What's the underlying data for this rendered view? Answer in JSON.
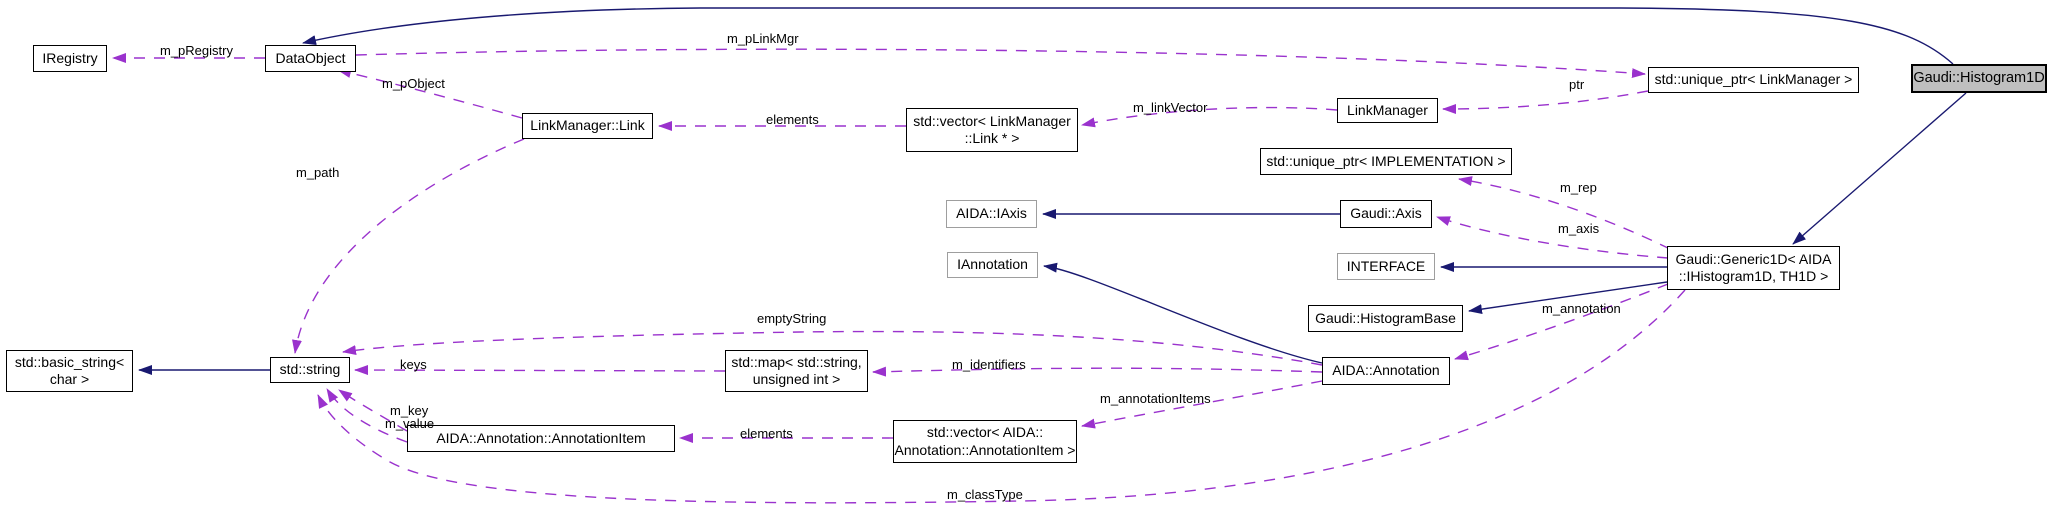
{
  "nodes": {
    "iregistry": {
      "label": "IRegistry"
    },
    "dataobject": {
      "label": "DataObject"
    },
    "unique_ptr_linkmanager": {
      "label": "std::unique_ptr< LinkManager >"
    },
    "histogram1d": {
      "label": "Gaudi::Histogram1D"
    },
    "linkmanager_link": {
      "label": "LinkManager::Link"
    },
    "vector_linkmanager_link": {
      "line1": "std::vector< LinkManager",
      "line2": "::Link * >"
    },
    "linkmanager": {
      "label": "LinkManager"
    },
    "unique_ptr_implementation": {
      "label": "std::unique_ptr< IMPLEMENTATION >"
    },
    "aida_iaxis": {
      "label": "AIDA::IAxis"
    },
    "gaudi_axis": {
      "label": "Gaudi::Axis"
    },
    "iannotation": {
      "label": "IAnnotation"
    },
    "interface": {
      "label": "INTERFACE"
    },
    "gaudi_histogrambase": {
      "label": "Gaudi::HistogramBase"
    },
    "gaudi_generic1d": {
      "line1": "Gaudi::Generic1D< AIDA",
      "line2": "::IHistogram1D, TH1D >"
    },
    "std_basic_string": {
      "line1": "std::basic_string<",
      "line2": "char >"
    },
    "std_string": {
      "label": "std::string"
    },
    "std_map": {
      "line1": "std::map< std::string,",
      "line2": "unsigned int >"
    },
    "aida_annotation": {
      "label": "AIDA::Annotation"
    },
    "annotation_item": {
      "label": "AIDA::Annotation::AnnotationItem"
    },
    "vector_annotation_item": {
      "line1": "std::vector< AIDA::",
      "line2": "Annotation::AnnotationItem >"
    }
  },
  "edge_labels": {
    "m_pregistry": "m_pRegistry",
    "m_plinkmgr": "m_pLinkMgr",
    "m_pobject": "m_pObject",
    "elements_link": "elements",
    "m_linkvector": "m_linkVector",
    "ptr": "ptr",
    "m_rep": "m_rep",
    "m_axis": "m_axis",
    "m_annotation": "m_annotation",
    "emptystring": "emptyString",
    "keys": "keys",
    "m_identifiers": "m_identifiers",
    "m_path": "m_path",
    "m_key": "m_key",
    "m_value": "m_value",
    "elements_item": "elements",
    "m_annotationitems": "m_annotationItems",
    "m_classtype": "m_classType"
  },
  "colors": {
    "inheritance_arrow": "#191970",
    "usage_arrow": "#9a32cd",
    "node_border": "#000000",
    "external_node_border": "#9e9e9e",
    "main_node_fill": "#bfbfbf",
    "background": "#ffffff"
  }
}
